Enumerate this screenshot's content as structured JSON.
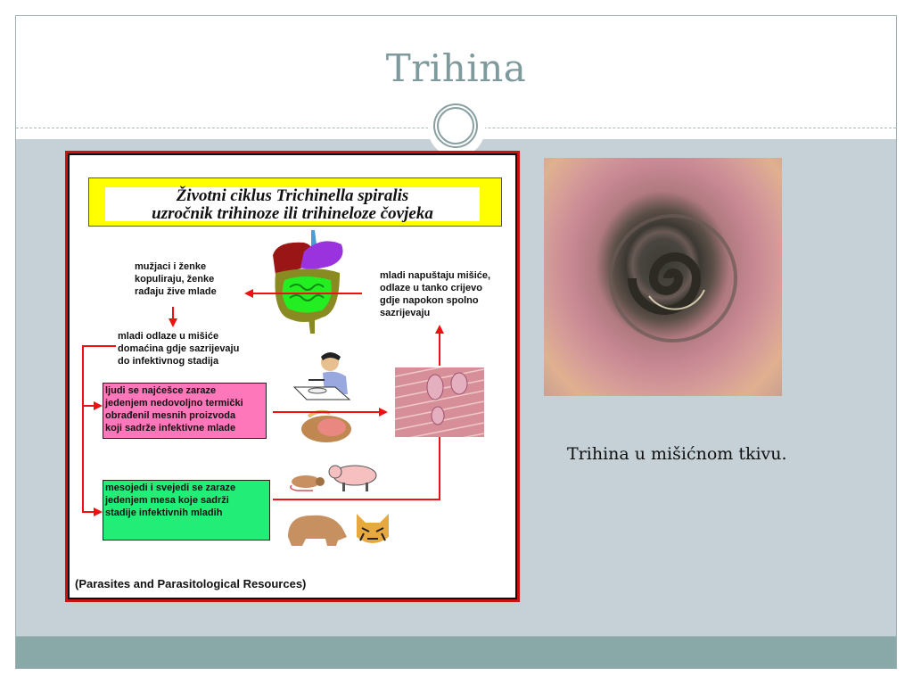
{
  "slide": {
    "title": "Trihina",
    "colors": {
      "title": "#7e9a9c",
      "content_band": "#c5d1d7",
      "footer_band": "#88a9a7",
      "diagram_border": "#cc1111"
    }
  },
  "diagram": {
    "title_line1": "Životni ciklus Trichinella spiralis",
    "title_line2": "uzročnik trihinoze ili trihineloze čovjeka",
    "text_mating": [
      "mužjaci i ženke",
      "kopuliraju, ženke",
      "rađaju žive mlade"
    ],
    "text_muscles": [
      "mladi odlaze u mišiće",
      "domaćina gdje sazrijevaju",
      "do infektivnog stadija"
    ],
    "text_intestine": [
      "mladi napuštaju mišiće,",
      "odlaze u tanko crijevo",
      "gdje napokon spolno",
      "sazrijevaju"
    ],
    "box_humans": [
      "ljudi se najćešce zaraze",
      "jedenjem nedovoljno termički",
      "obrađenil  mesnih proizvoda",
      "koji sadrže infektivne mlade"
    ],
    "box_animals": [
      "mesojedi i svejedi se zaraze",
      "jedenjem mesa koje sadrži",
      "stadije infektivnih mladih"
    ],
    "credit": "(Parasites and Parasitological Resources)",
    "images": [
      "digestive-system-illustration",
      "man-eating-illustration",
      "ham-meat-illustration",
      "muscle-tissue-micrograph",
      "rat-illustration",
      "pig-illustration",
      "bear-illustration",
      "lynx-illustration"
    ]
  },
  "photo": {
    "description": "trichinella-larva-in-muscle-micrograph"
  },
  "caption": "Trihina u mišićnom tkivu."
}
